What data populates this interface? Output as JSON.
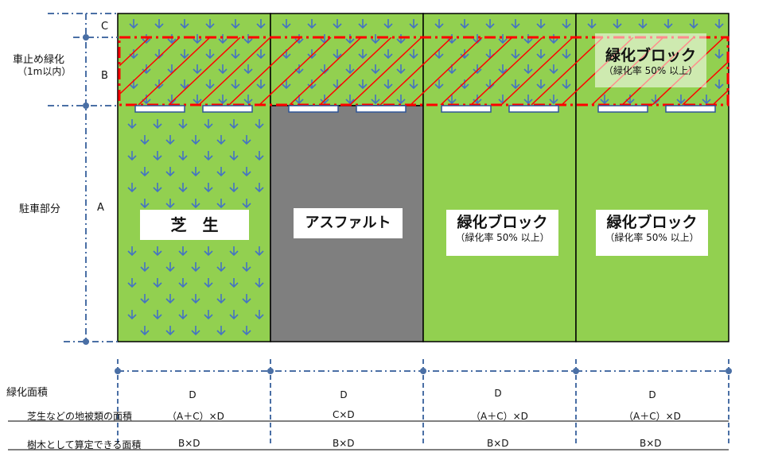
{
  "left_labels": {
    "c_label": "C",
    "b_label": "B",
    "a_label": "A",
    "wheel_stop_greening": "車止め緑化",
    "wheel_stop_note": "（1m以内）",
    "parking_part": "駐車部分",
    "green_area": "緑化面積"
  },
  "panels": [
    {
      "title": "芝　生",
      "subtitle": ""
    },
    {
      "title": "アスファルト",
      "subtitle": ""
    },
    {
      "title": "緑化ブロック",
      "subtitle": "（緑化率 50% 以上）"
    },
    {
      "title": "緑化ブロック",
      "subtitle": "（緑化率 50% 以上）"
    }
  ],
  "top_right_box": {
    "title": "緑化ブロック",
    "subtitle": "（緑化率 50% 以上）"
  },
  "d_labels": [
    "D",
    "D",
    "D",
    "D"
  ],
  "rows": [
    {
      "label": "芝生などの地被類の面積",
      "values": [
        "（A＋C）×D",
        "C×D",
        "（A＋C）×D",
        "（A＋C）×D"
      ]
    },
    {
      "label": "樹木として算定できる面積",
      "values": [
        "B×D",
        "B×D",
        "B×D",
        "B×D"
      ]
    }
  ],
  "colors": {
    "grass": "#92d050",
    "asphalt": "#7f7f7f",
    "arrow": "#4472c4",
    "dash_line": "#4a6fa5",
    "red_hatch": "#ff0000",
    "wheel_stop_border": "#2f5597"
  }
}
